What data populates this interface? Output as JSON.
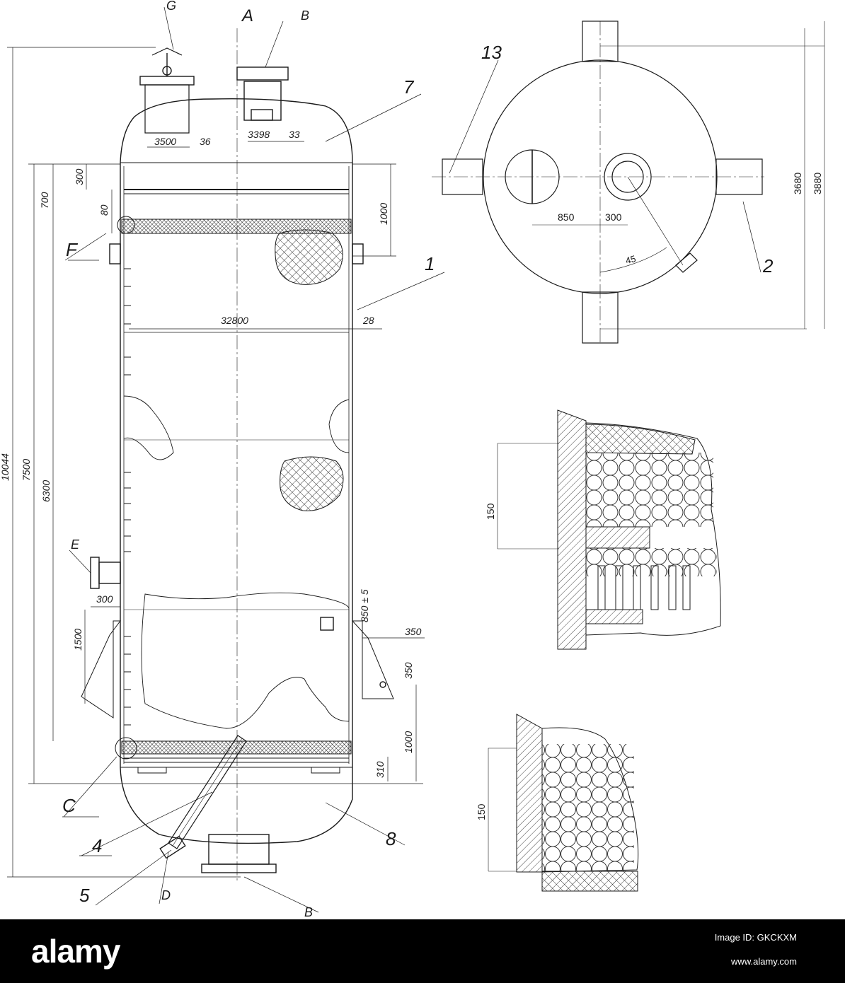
{
  "drawing": {
    "callouts": {
      "G": "G",
      "A": "A",
      "B_top": "B",
      "B_bottom": "B",
      "n7": "7",
      "n1": "1",
      "n13": "13",
      "n2": "2",
      "F": "F",
      "E": "E",
      "C": "C",
      "n4": "4",
      "n8": "8",
      "n5": "5",
      "D": "D"
    },
    "dimensions": {
      "d3500": "3500",
      "d36": "36",
      "d3398": "3398",
      "d33": "33",
      "d300_top": "300",
      "d700": "700",
      "d80": "80",
      "d1000_right": "1000",
      "d32800": "32800",
      "d28": "28",
      "d10044": "10044",
      "d7500": "7500",
      "d6300": "6300",
      "d300_nozzle": "300",
      "d1500": "1500",
      "d850": "850 ± 5",
      "d350_h": "350",
      "d350_v": "350",
      "d1000_lower": "1000",
      "d310": "310",
      "plan_3680": "3680",
      "plan_3880": "3880",
      "plan_850": "850",
      "plan_300": "300",
      "plan_45": "45",
      "detail1_150": "150",
      "detail2_150": "150"
    }
  },
  "footer": {
    "brand": "alamy",
    "image_id": "Image ID: GKCKXM",
    "url": "www.alamy.com"
  },
  "colors": {
    "line": "#1a1a1a",
    "hatch": "#555555",
    "footer_bg": "#000000",
    "footer_text": "#ffffff"
  }
}
